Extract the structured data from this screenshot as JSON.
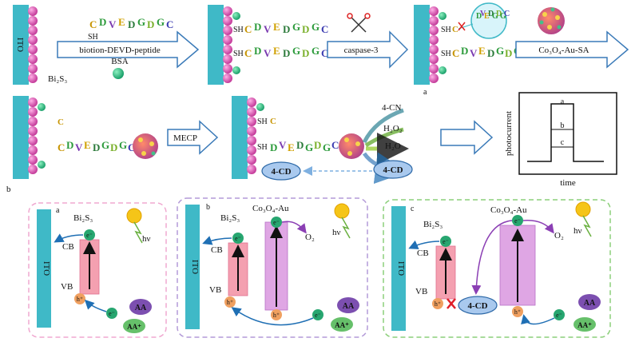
{
  "labels": {
    "ito": "ITO",
    "bi2s3": "Bi₂S₃",
    "sh": "SH",
    "c_letter": "C",
    "biotion": "biotion-DEVD-peptide",
    "bsa": "BSA",
    "caspase": "caspase-3",
    "co_au_sa": "Co₃O₄-Au-SA",
    "mecp": "MECP",
    "cn4": "4-CN",
    "h2o2": "H₂O₂",
    "h2o": "H₂O",
    "cd4": "4-CD",
    "photocurrent": "photocurrent",
    "time": "time",
    "a": "a",
    "b": "b",
    "c": "c",
    "cb": "CB",
    "vb": "VB",
    "e": "e⁻",
    "h": "h⁺",
    "aa": "AA",
    "aa_plus": "AA⁺",
    "hv": "hν",
    "o2": "O₂",
    "co_au": "Co₃O₄-Au"
  },
  "peptide": [
    "C",
    "D",
    "V",
    "E",
    "D",
    "G",
    "D",
    "G",
    "C"
  ],
  "chart_data": {
    "type": "line",
    "xlabel": "time",
    "ylabel": "photocurrent",
    "series": [
      {
        "name": "a"
      },
      {
        "name": "b"
      },
      {
        "name": "c"
      }
    ],
    "note_order": [
      "a",
      "b",
      "c"
    ]
  }
}
